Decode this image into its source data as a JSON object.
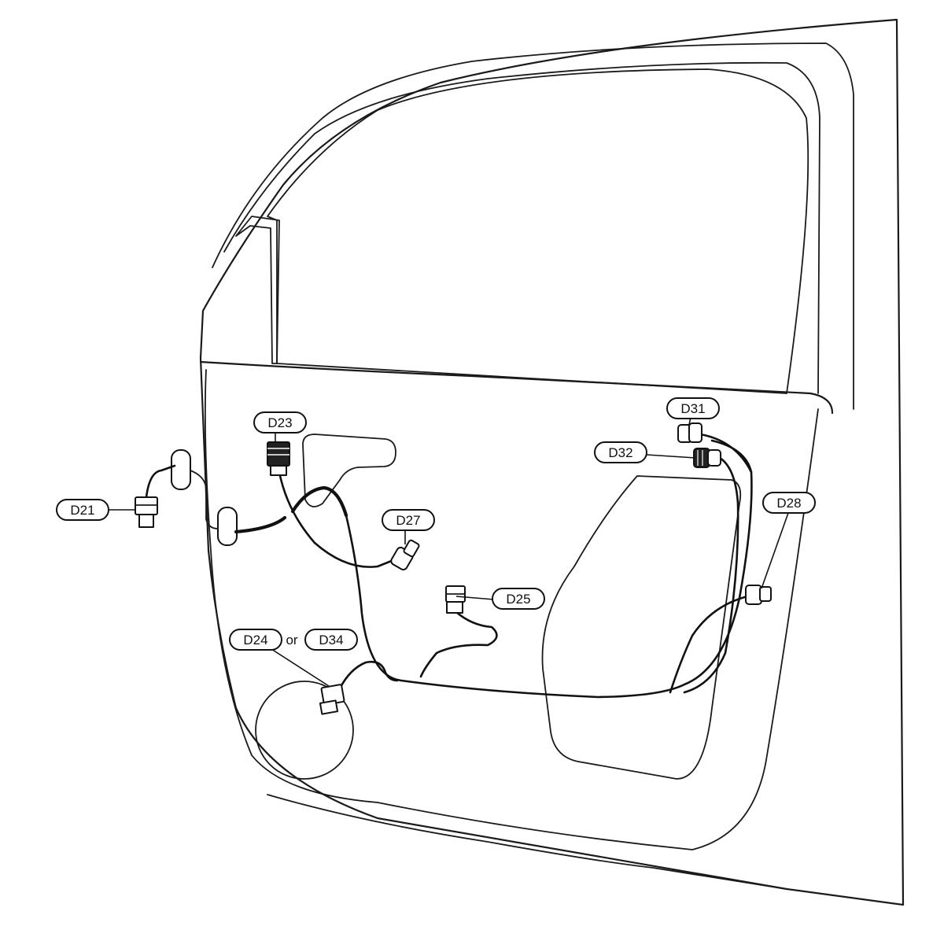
{
  "labels": {
    "d21": "D21",
    "d23": "D23",
    "d24": "D24",
    "or": "or",
    "d34": "D34",
    "d25": "D25",
    "d27": "D27",
    "d28": "D28",
    "d31": "D31",
    "d32": "D32"
  },
  "colors": {
    "line": "#111111",
    "background": "#ffffff"
  }
}
